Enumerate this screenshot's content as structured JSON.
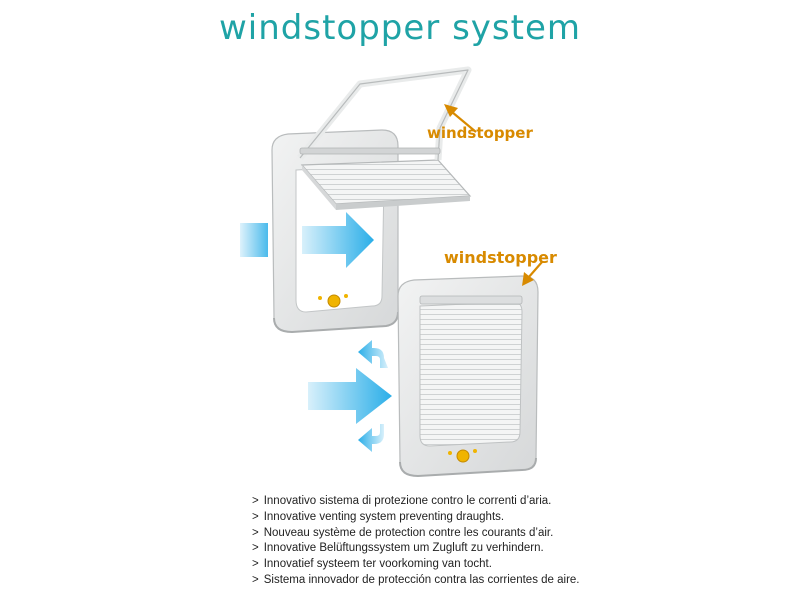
{
  "title": "windstopper system",
  "callout_top": "windstopper",
  "callout_bottom": "windstopper",
  "bullet_marker": ">",
  "features": [
    "Innovativo sistema di protezione contro le correnti d’aria.",
    "Innovative venting system preventing draughts.",
    "Nouveau système de protection contre les courants d’air.",
    "Innovative Belüftungssystem um Zugluft zu verhindern.",
    "Innovatief systeem ter voorkoming van tocht.",
    "Sistema innovador de protección contra las corrientes de aire."
  ],
  "colors": {
    "title": "#1fa3a6",
    "callout": "#d88a00",
    "arrow_blue": "#2aaee8",
    "frame": "#e6e8e8"
  }
}
